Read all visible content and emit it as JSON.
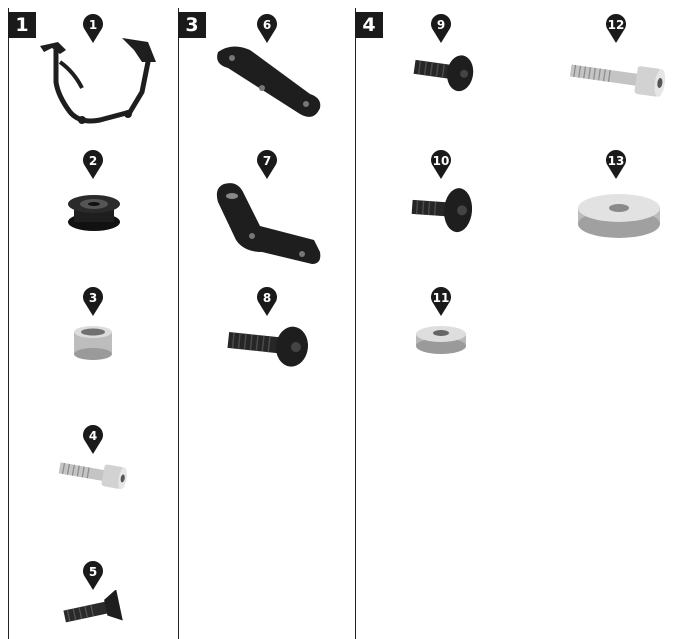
{
  "sections": [
    {
      "label": "1"
    },
    {
      "label": "3"
    },
    {
      "label": "4"
    }
  ],
  "parts": [
    {
      "num": "1",
      "icon": "bracket-frame-icon"
    },
    {
      "num": "2",
      "icon": "rubber-grommet-icon"
    },
    {
      "num": "3",
      "icon": "spacer-sleeve-icon"
    },
    {
      "num": "4",
      "icon": "hex-socket-bolt-icon"
    },
    {
      "num": "5",
      "icon": "countersunk-bolt-icon"
    },
    {
      "num": "6",
      "icon": "mounting-plate-icon"
    },
    {
      "num": "7",
      "icon": "angled-plate-icon"
    },
    {
      "num": "8",
      "icon": "button-head-bolt-icon"
    },
    {
      "num": "9",
      "icon": "button-head-bolt-icon"
    },
    {
      "num": "10",
      "icon": "flange-button-bolt-icon"
    },
    {
      "num": "11",
      "icon": "small-washer-icon"
    },
    {
      "num": "12",
      "icon": "hex-socket-bolt-icon"
    },
    {
      "num": "13",
      "icon": "large-washer-icon"
    }
  ],
  "colors": {
    "ink": "#1a1a1a",
    "steel": "#c8c8c8",
    "black_part": "#1e1e1e"
  }
}
